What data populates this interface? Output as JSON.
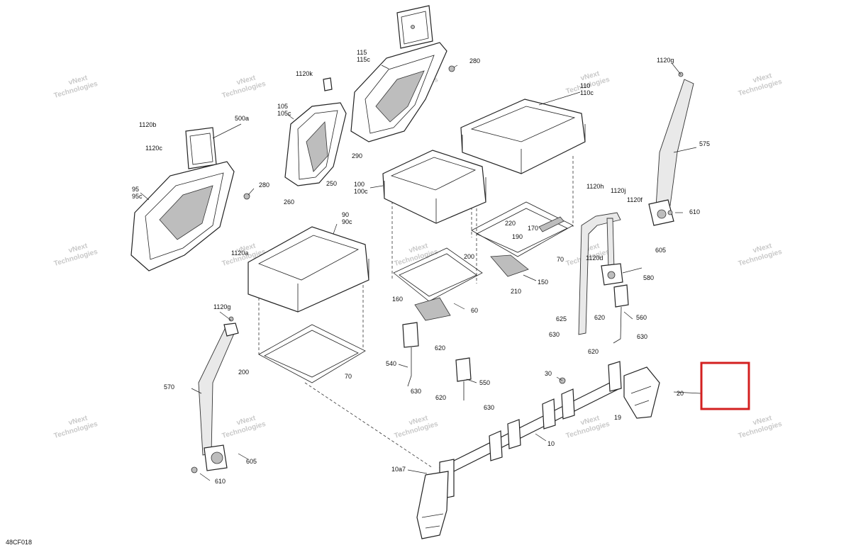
{
  "diagram": {
    "drawing_id": "48CF018",
    "watermark": {
      "line1": "vNext",
      "line2": "Technologies"
    },
    "highlight_color": "#d32020",
    "part_labels": [
      "1120g",
      "115",
      "115c",
      "280",
      "1120k",
      "110",
      "110c",
      "575",
      "105",
      "105c",
      "500a",
      "1120b",
      "1120c",
      "290",
      "250",
      "260",
      "95",
      "95c",
      "280",
      "100",
      "100c",
      "1120h",
      "1120j",
      "1120f",
      "610",
      "220",
      "170",
      "190",
      "200",
      "90",
      "90c",
      "1120a",
      "70",
      "605",
      "1120d",
      "580",
      "150",
      "210",
      "160",
      "60",
      "625",
      "620",
      "630",
      "560",
      "630",
      "620",
      "1120g",
      "620",
      "540",
      "570",
      "30",
      "550",
      "200",
      "70",
      "20",
      "630",
      "620",
      "630",
      "19",
      "605",
      "10",
      "10a7",
      "610"
    ]
  }
}
